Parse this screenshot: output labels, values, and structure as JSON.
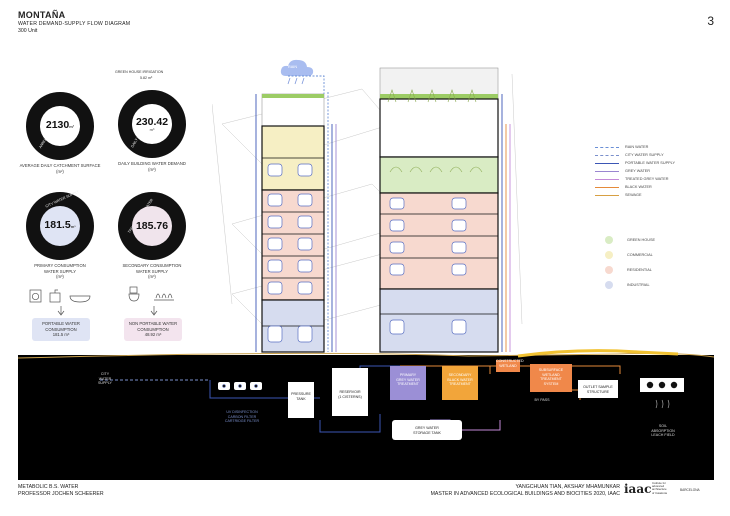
{
  "header": {
    "title": "MONTAÑA",
    "subtitle": "WATER DEMAND-SUPPLY FLOW DIAGRAM",
    "units": "300 Unit",
    "page_number": "3"
  },
  "metrics": {
    "catchment": {
      "value": "2130",
      "unit": "m²",
      "ring": "ANNUAL AVERAGE",
      "caption_1": "AVERAGE DAILY CATCHMENT SURFACE",
      "caption_2": "(m²)"
    },
    "demand": {
      "value": "230.42",
      "unit": "m³",
      "ring": "DAILY WATER DEMAND",
      "top_note_1": "GREEN HOUSE IRRIGATION",
      "top_note_2": "5.82 m³",
      "caption_1": "DAILY BUILDING WATER DEMAND",
      "caption_2": "(m³)"
    },
    "primary": {
      "value": "181.5",
      "unit": "m³",
      "ring": "CITY WATER SUPPLY",
      "caption_1": "PRIMARY CONSUMPTION",
      "caption_2": "WATER SUPPLY",
      "caption_3": "(m³)"
    },
    "secondary": {
      "value": "185.76",
      "unit": "",
      "ring": "TREATED GREY WATER",
      "caption_1": "SECONDARY CONSUMPTION",
      "caption_2": "WATER SUPPLY",
      "caption_3": "(m³)"
    }
  },
  "consumption": {
    "portable_1": "PORTABLE WATER",
    "portable_2": "CONSUMPTION",
    "portable_3": "181.5 m³",
    "nonportable_1": "NON PORTABLE WATER",
    "nonportable_2": "CONSUMPTION",
    "nonportable_3": "48.92 m³"
  },
  "legend": {
    "lines": [
      {
        "label": "RAIN WATER",
        "color": "#6a8fd6",
        "dash": "dashed"
      },
      {
        "label": "CITY WATER SUPPLY",
        "color": "#7a8fcc",
        "dash": "dashed"
      },
      {
        "label": "PORTABLE WATER SUPPLY",
        "color": "#3b56b5",
        "dash": "solid"
      },
      {
        "label": "GREY WATER",
        "color": "#9a86d0",
        "dash": "solid"
      },
      {
        "label": "TREATED GREY WATER",
        "color": "#c48ad8",
        "dash": "solid"
      },
      {
        "label": "BLACK WATER",
        "color": "#e58a3a",
        "dash": "solid"
      },
      {
        "label": "SEWAGE",
        "color": "#d7a043",
        "dash": "solid"
      }
    ],
    "zones": [
      {
        "label": "GREEN HOUSE",
        "color": "#d9ecc4"
      },
      {
        "label": "COMMERCIAL",
        "color": "#f6efc4"
      },
      {
        "label": "RESIDENTIAL",
        "color": "#f7d9cf"
      },
      {
        "label": "INDUSTRIAL",
        "color": "#d6dcef"
      }
    ]
  },
  "diagram": {
    "rain": "RAIN",
    "city_supply_1": "CITY",
    "city_supply_2": "WATER",
    "city_supply_3": "SUPPLY",
    "uv_1": "UV DISINFECTION",
    "uv_2": "CARBON FILTER",
    "uv_3": "CARTRIDGE FILTER",
    "pressure_1": "PRESSURE",
    "pressure_2": "TANK",
    "reservoir_1": "RESERVOIR",
    "reservoir_2": "(1 CISTERNS)",
    "primary_treat_1": "PRIMARY",
    "primary_treat_2": "GREY WATER",
    "primary_treat_3": "TREATMENT",
    "secondary_treat_1": "SECONDARY",
    "secondary_treat_2": "BLACK WATER",
    "secondary_treat_3": "TREATMENT",
    "grey_storage_1": "GREY WATER",
    "grey_storage_2": "STORAGE TANK",
    "constructed_1": "CONSTRUCTED",
    "constructed_2": "WETLAND",
    "subsurface_1": "SUBSURFACE",
    "subsurface_2": "WETLAND",
    "subsurface_3": "TREATMENT",
    "subsurface_4": "SYSTEM",
    "bypass": "BY PASS",
    "outlet_1": "OUTLET SAMPLE",
    "outlet_2": "STRUCTURE",
    "soil_1": "SOIL",
    "soil_2": "ABSORPTION",
    "soil_3": "LEACH FIELD"
  },
  "footer": {
    "left_1": "METABOLIC B.S. WATER",
    "left_2": "PROFESSOR JOCHEN SCHEERER",
    "right_1": "YANGCHUAN TIAN, AKSHAY MHAMUNKAR",
    "right_2": "MASTER IN ADVANCED ECOLOGICAL BUILDINGS AND BIOCITIES 2020, IAAC",
    "logo": "iaac",
    "logo_note_1": "Institute for",
    "logo_note_2": "advanced",
    "logo_note_3": "architecture",
    "logo_note_4": "of Catalonia",
    "city": "BARCELONA"
  }
}
